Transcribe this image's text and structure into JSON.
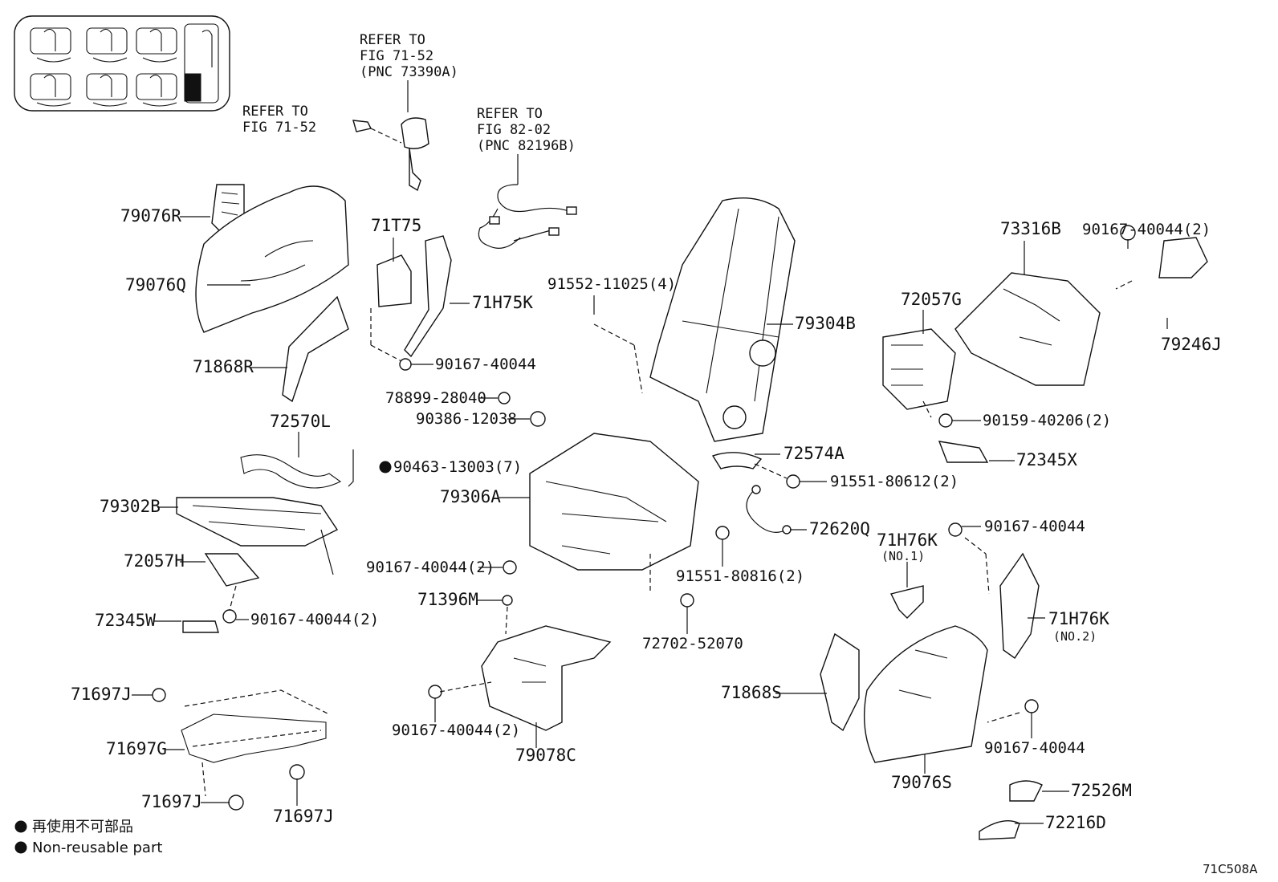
{
  "callouts": {
    "ref_7152a": [
      "REFER TO",
      "FIG 71-52",
      "(PNC 73390A)"
    ],
    "ref_7152b": [
      "REFER TO",
      "FIG 71-52"
    ],
    "ref_8202": [
      "REFER TO",
      "FIG 82-02",
      "(PNC 82196B)"
    ]
  },
  "labels": {
    "p79076R": "79076R",
    "p79076Q": "79076Q",
    "p71868R": "71868R",
    "p71T75": "71T75",
    "p71H75K": "71H75K",
    "p90167_40044_a": "90167-40044",
    "p91552_11025": "91552-11025(4)",
    "p79304B": "79304B",
    "p73316B": "73316B",
    "p90167_40044_2a": "90167-40044(2)",
    "p79246J": "79246J",
    "p72057G": "72057G",
    "p90159_40206": "90159-40206(2)",
    "p72345X": "72345X",
    "p78899_28040": "78899-28040",
    "p90386_12038": "90386-12038",
    "p72570L": "72570L",
    "p90463_13003": "90463-13003(7)",
    "p79306A": "79306A",
    "p72574A": "72574A",
    "p91551_80612": "91551-80612(2)",
    "p79302B": "79302B",
    "p72620Q": "72620Q",
    "p72057H": "72057H",
    "p90167_40044_2b": "90167-40044(2)",
    "p91551_80816": "91551-80816(2)",
    "p90167_40044_b": "90167-40044",
    "p71H76K_1": "71H76K",
    "p71H76K_1sub": "(NO.1)",
    "p71396M": "71396M",
    "p72345W": "72345W",
    "p90167_40044_2c": "90167-40044(2)",
    "p72702_52070": "72702-52070",
    "p71H76K_2": "71H76K",
    "p71H76K_2sub": "(NO.2)",
    "p71697J_a": "71697J",
    "p71868S": "71868S",
    "p71697G": "71697G",
    "p90167_40044_2d": "90167-40044(2)",
    "p79078C": "79078C",
    "p90167_40044_c": "90167-40044",
    "p79076S": "79076S",
    "p71697J_b": "71697J",
    "p71697J_c": "71697J",
    "p72526M": "72526M",
    "p72216D": "72216D"
  },
  "legend": {
    "line1": "再使用不可部品",
    "line2": "Non-reusable part"
  },
  "figure_code": "71C508A"
}
